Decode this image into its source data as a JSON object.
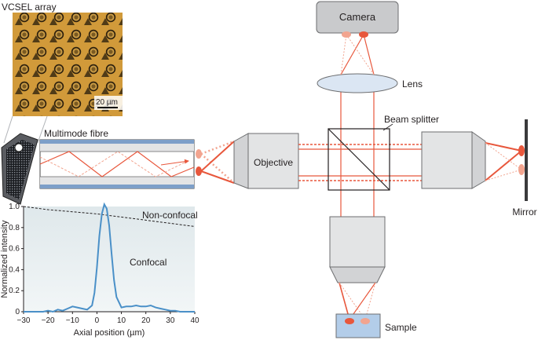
{
  "labels": {
    "vcsel_array": "VCSEL array",
    "scale_bar": "20 µm",
    "multimode_fibre": "Multimode fibre",
    "objective": "Objective",
    "camera": "Camera",
    "lens": "Lens",
    "beam_splitter": "Beam splitter",
    "mirror": "Mirror",
    "sample": "Sample"
  },
  "colors": {
    "beam": "#e8573c",
    "beam_light": "#f2a48f",
    "component_fill": "#e3e4e5",
    "component_stroke": "#6d6e70",
    "lens_fill": "#dbe6f3",
    "sample_fill": "#b3cde9",
    "fibre_cladding": "#7d9fc9",
    "confocal_curve": "#4a90c8",
    "plot_bg": "#e7eef0"
  },
  "chart_data": {
    "type": "line",
    "xlabel": "Axial position (µm)",
    "ylabel": "Normalized intensity",
    "xlim": [
      -30,
      40
    ],
    "ylim": [
      0,
      1.0
    ],
    "x_ticks": [
      -30,
      -20,
      -10,
      0,
      10,
      20,
      30,
      40
    ],
    "y_ticks": [
      0,
      0.2,
      0.4,
      0.6,
      0.8,
      1.0
    ],
    "x_tick_labels": [
      "−30",
      "−20",
      "−10",
      "0",
      "10",
      "20",
      "30",
      "40"
    ],
    "y_tick_labels": [
      "0",
      "0.2",
      "0.4",
      "0.6",
      "0.8",
      "1.0"
    ],
    "series": [
      {
        "name": "Confocal",
        "x": [
          -30,
          -28,
          -26,
          -24,
          -22,
          -20,
          -18,
          -16,
          -14,
          -12,
          -10,
          -8,
          -6,
          -4,
          -2,
          -1,
          0,
          1,
          2,
          3,
          4,
          5,
          6,
          7,
          8,
          10,
          12,
          14,
          16,
          18,
          20,
          22,
          24,
          26,
          28,
          30,
          32,
          34,
          36,
          38,
          40
        ],
        "y": [
          0.0,
          0.0,
          0.0,
          0.0,
          0.0,
          0.01,
          0.0,
          0.02,
          0.01,
          0.03,
          0.05,
          0.04,
          0.03,
          0.02,
          0.06,
          0.18,
          0.42,
          0.72,
          0.93,
          1.02,
          0.98,
          0.82,
          0.55,
          0.3,
          0.14,
          0.04,
          0.05,
          0.05,
          0.06,
          0.05,
          0.05,
          0.06,
          0.04,
          0.03,
          0.02,
          0.01,
          0.01,
          0.0,
          0.0,
          0.0,
          0.0
        ]
      },
      {
        "name": "Non-confocal",
        "x": [
          -30,
          -20,
          -10,
          0,
          10,
          20,
          30,
          40
        ],
        "y": [
          1.0,
          0.97,
          0.95,
          0.93,
          0.9,
          0.87,
          0.84,
          0.81
        ]
      }
    ]
  }
}
